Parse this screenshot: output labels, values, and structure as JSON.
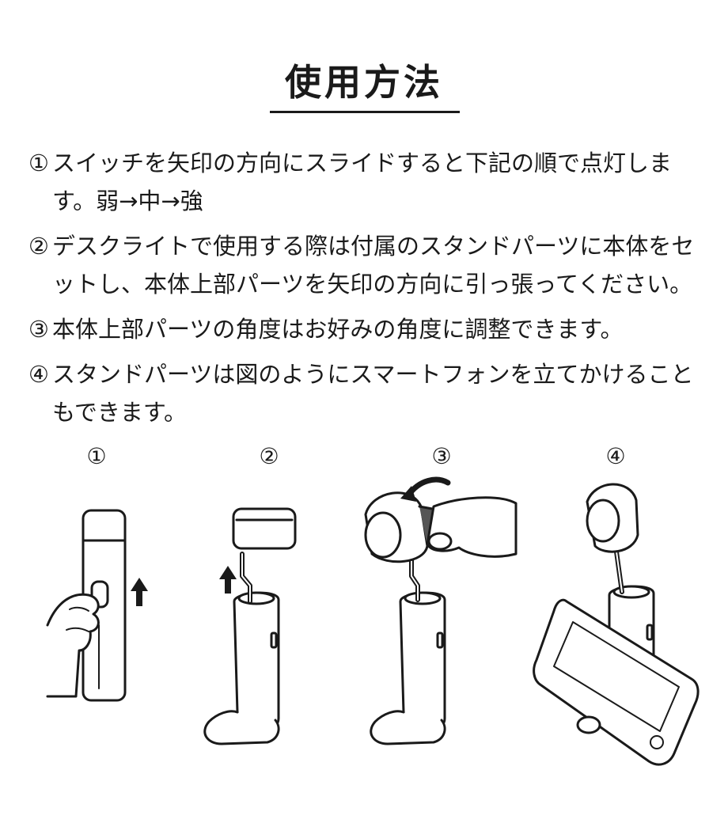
{
  "title": "使用方法",
  "steps": [
    {
      "num": "①",
      "text": "スイッチを矢印の方向にスライドすると下記の順で点灯します。弱→中→強"
    },
    {
      "num": "②",
      "text": "デスクライトで使用する際は付属のスタンドパーツに本体をセットし、本体上部パーツを矢印の方向に引っ張ってください。"
    },
    {
      "num": "③",
      "text": "本体上部パーツの角度はお好みの角度に調整できます。"
    },
    {
      "num": "④",
      "text": "スタンドパーツは図のようにスマートフォンを立てかけることもできます。"
    }
  ],
  "figures": [
    {
      "label": "①"
    },
    {
      "label": "②"
    },
    {
      "label": "③"
    },
    {
      "label": "④"
    }
  ]
}
